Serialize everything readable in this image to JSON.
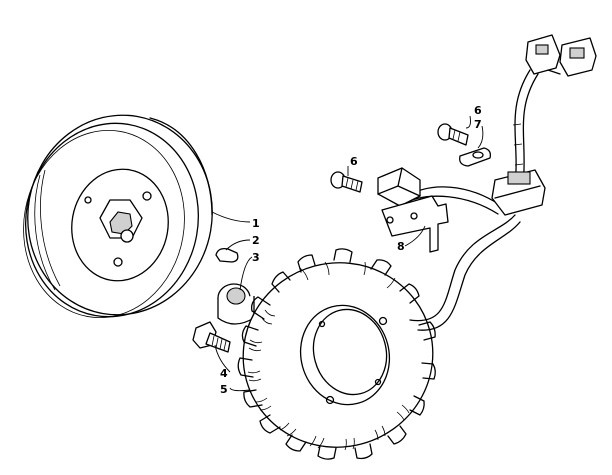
{
  "callouts": {
    "c1": "1",
    "c2": "2",
    "c3": "3",
    "c4": "4",
    "c5": "5",
    "c6a": "6",
    "c6b": "6",
    "c7": "7",
    "c8": "8"
  },
  "icons": {
    "flywheel": "flywheel-icon",
    "stator": "stator-icon",
    "sensor": "trigger-coil-icon",
    "connector": "wire-connector-icon"
  }
}
